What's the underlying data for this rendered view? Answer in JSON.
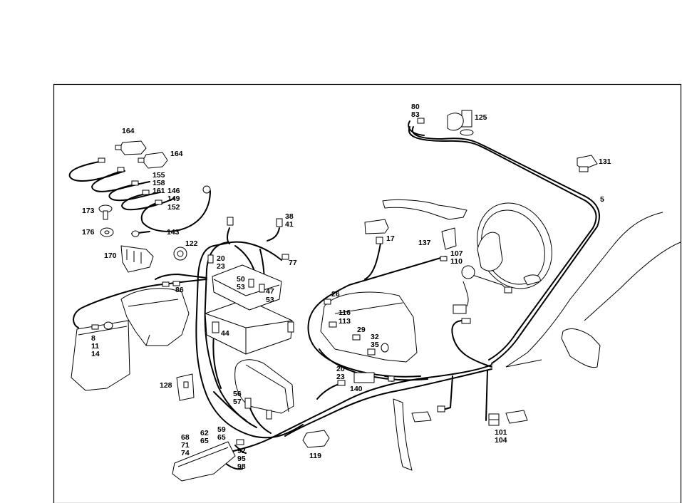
{
  "colors": {
    "background": "#ffffff",
    "ink": "#000000"
  },
  "callouts": {
    "c5": "5",
    "c8_11_14": [
      "8",
      "11",
      "14"
    ],
    "c17": "17",
    "c20_23_top": [
      "20",
      "23"
    ],
    "c20_23_mid": [
      "20",
      "23"
    ],
    "c26": "26",
    "c29": "29",
    "c32_35": [
      "32",
      "35"
    ],
    "c38_41": [
      "38",
      "41"
    ],
    "c44": "44",
    "c47_53": [
      "47",
      "53"
    ],
    "c50_53": [
      "50",
      "53"
    ],
    "c56_57": [
      "56",
      "57"
    ],
    "c59_65": [
      "59",
      "65"
    ],
    "c62_65": [
      "62",
      "65"
    ],
    "c68_71_74": [
      "68",
      "71",
      "74"
    ],
    "c77": "77",
    "c80_83": [
      "80",
      "83"
    ],
    "c86": "86",
    "c92_95_98": [
      "92",
      "95",
      "98"
    ],
    "c101_104": [
      "101",
      "104"
    ],
    "c107_110": [
      "107",
      "110"
    ],
    "c116_113": [
      "116",
      "113"
    ],
    "c119": "119",
    "c122": "122",
    "c125": "125",
    "c128": "128",
    "c131": "131",
    "c137": "137",
    "c140": "140",
    "c143": "143",
    "c146_149_152": [
      "146",
      "149",
      "152"
    ],
    "c155_158_161": [
      "155",
      "158",
      "161"
    ],
    "c164_a": "164",
    "c164_b": "164",
    "c170": "170",
    "c173": "173",
    "c176": "176"
  }
}
